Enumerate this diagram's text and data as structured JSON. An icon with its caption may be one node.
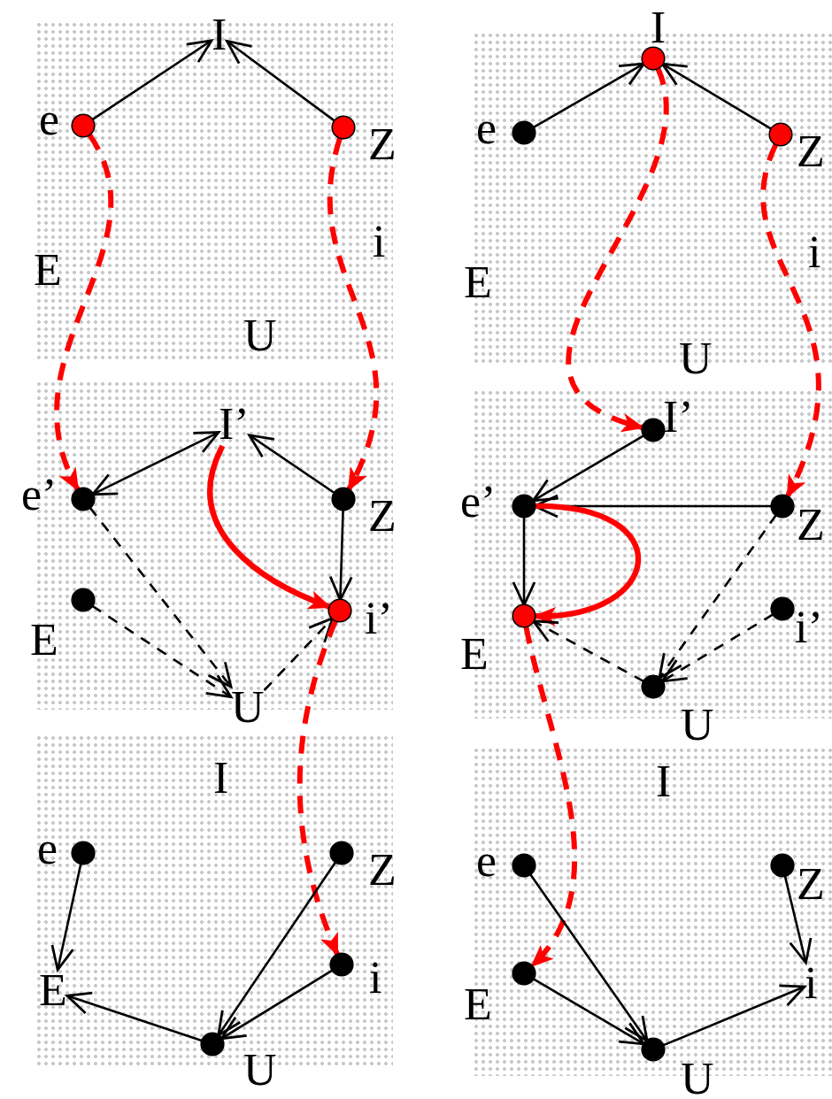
{
  "diagram": {
    "nodes": [
      {
        "text": [],
        "shape": "box"
      },
      {
        "text": [
          "I"
        ],
        "in": 0
      },
      {
        "text": [],
        "shape": "circle",
        "beside": [
          "e"
        ],
        "in": 0
      },
      {
        "text": [],
        "shape": "circle",
        "beside": [
          "Z"
        ],
        "in": 0
      },
      {
        "text": [
          "E"
        ],
        "in": 0
      },
      {
        "text": [
          "i"
        ],
        "in": 0
      },
      {
        "text": [
          "U"
        ],
        "in": 0
      },
      {
        "text": [],
        "shape": "box"
      },
      {
        "text": [],
        "shape": "circle",
        "beside": [
          "I"
        ],
        "in": 7
      },
      {
        "text": [],
        "shape": "circle",
        "beside": [
          "e"
        ],
        "in": 7
      },
      {
        "text": [],
        "shape": "circle",
        "beside": [
          "Z"
        ],
        "in": 7
      },
      {
        "text": [
          "E"
        ],
        "in": 7
      },
      {
        "text": [
          "i"
        ],
        "in": 7
      },
      {
        "text": [
          "U"
        ],
        "in": 7
      },
      {
        "text": [],
        "shape": "box"
      },
      {
        "text": [
          "I’"
        ],
        "in": 14
      },
      {
        "text": [],
        "shape": "circle",
        "beside": [
          "e’"
        ],
        "in": 14
      },
      {
        "text": [],
        "shape": "circle",
        "beside": [
          "Z"
        ],
        "in": 14
      },
      {
        "text": [],
        "shape": "circle",
        "beside": [
          "E"
        ],
        "in": 14
      },
      {
        "text": [],
        "shape": "circle",
        "beside": [
          "i’"
        ],
        "in": 14
      },
      {
        "text": [
          "U"
        ],
        "in": 14
      },
      {
        "text": [],
        "shape": "box"
      },
      {
        "text": [],
        "shape": "circle",
        "beside": [
          "I’"
        ],
        "in": 21
      },
      {
        "text": [],
        "shape": "circle",
        "beside": [
          "e’"
        ],
        "in": 21
      },
      {
        "text": [],
        "shape": "circle",
        "beside": [
          "Z"
        ],
        "in": 21
      },
      {
        "text": [],
        "shape": "circle",
        "beside": [
          "E"
        ],
        "in": 21
      },
      {
        "text": [],
        "shape": "circle",
        "beside": [
          "i’"
        ],
        "in": 21
      },
      {
        "text": [],
        "shape": "circle",
        "beside": [
          "U"
        ],
        "in": 21
      },
      {
        "text": [],
        "shape": "box"
      },
      {
        "text": [
          "I"
        ],
        "in": 28
      },
      {
        "text": [],
        "shape": "circle",
        "beside": [
          "e"
        ],
        "in": 28
      },
      {
        "text": [],
        "shape": "circle",
        "beside": [
          "Z"
        ],
        "in": 28
      },
      {
        "text": [
          "E"
        ],
        "in": 28
      },
      {
        "text": [],
        "shape": "circle",
        "beside": [
          "i"
        ],
        "in": 28
      },
      {
        "text": [],
        "shape": "circle",
        "beside": [
          "U"
        ],
        "in": 28
      },
      {
        "text": [],
        "shape": "box"
      },
      {
        "text": [
          "I"
        ],
        "in": 35
      },
      {
        "text": [],
        "shape": "circle",
        "beside": [
          "e"
        ],
        "in": 35
      },
      {
        "text": [],
        "shape": "circle",
        "beside": [
          "Z"
        ],
        "in": 35
      },
      {
        "text": [],
        "shape": "circle",
        "beside": [
          "E"
        ],
        "in": 35
      },
      {
        "text": [
          "i"
        ],
        "in": 35
      },
      {
        "text": [],
        "shape": "circle",
        "beside": [
          "U"
        ],
        "in": 35
      }
    ],
    "edges": [
      {
        "from": 2,
        "to": 1,
        "arrow": "to"
      },
      {
        "from": 3,
        "to": 1,
        "arrow": "to"
      },
      {
        "from": 2,
        "to": 16,
        "arrow": "to",
        "style": "dashed",
        "color": "#ff0000"
      },
      {
        "from": 3,
        "to": 17,
        "arrow": "to",
        "style": "dashed",
        "color": "#ff0000"
      },
      {
        "from": 9,
        "to": 8,
        "arrow": "to"
      },
      {
        "from": 10,
        "to": 8,
        "arrow": "to"
      },
      {
        "from": 8,
        "to": 22,
        "arrow": "to",
        "style": "dashed",
        "color": "#ff0000"
      },
      {
        "from": 10,
        "to": 24,
        "arrow": "to",
        "style": "dashed",
        "color": "#ff0000"
      },
      {
        "from": 16,
        "to": 15,
        "arrow": "both"
      },
      {
        "from": 17,
        "to": 15,
        "arrow": "to"
      },
      {
        "from": 17,
        "to": 19,
        "arrow": "to"
      },
      {
        "from": 16,
        "to": 20,
        "arrow": "to",
        "style": "dashed"
      },
      {
        "from": 18,
        "to": 20,
        "arrow": "to",
        "style": "dashed"
      },
      {
        "from": 20,
        "to": 19,
        "arrow": "to",
        "style": "dashed"
      },
      {
        "from": 15,
        "to": 19,
        "arrow": "to",
        "style": "thick",
        "color": "#ff0000"
      },
      {
        "from": 19,
        "to": 33,
        "arrow": "to",
        "style": "dashed",
        "color": "#ff0000"
      },
      {
        "from": 22,
        "to": 23,
        "arrow": "to"
      },
      {
        "from": 24,
        "to": 23,
        "arrow": "to"
      },
      {
        "from": 23,
        "to": 25,
        "arrow": "to"
      },
      {
        "from": 23,
        "to": 25,
        "arrow": "to",
        "style": "thick",
        "color": "#ff0000"
      },
      {
        "from": 24,
        "to": 27,
        "arrow": "to",
        "style": "dashed"
      },
      {
        "from": 26,
        "to": 27,
        "arrow": "to",
        "style": "dashed"
      },
      {
        "from": 27,
        "to": 25,
        "arrow": "to",
        "style": "dashed"
      },
      {
        "from": 25,
        "to": 39,
        "arrow": "to",
        "style": "dashed",
        "color": "#ff0000"
      },
      {
        "from": 30,
        "to": 32,
        "arrow": "to"
      },
      {
        "from": 34,
        "to": 32,
        "arrow": "to"
      },
      {
        "from": 31,
        "to": 34,
        "arrow": "to"
      },
      {
        "from": 33,
        "to": 34,
        "arrow": "to"
      },
      {
        "from": 37,
        "to": 41,
        "arrow": "to"
      },
      {
        "from": 39,
        "to": 41,
        "arrow": "to"
      },
      {
        "from": 38,
        "to": 40,
        "arrow": "to"
      },
      {
        "from": 41,
        "to": 40,
        "arrow": "to"
      }
    ]
  }
}
